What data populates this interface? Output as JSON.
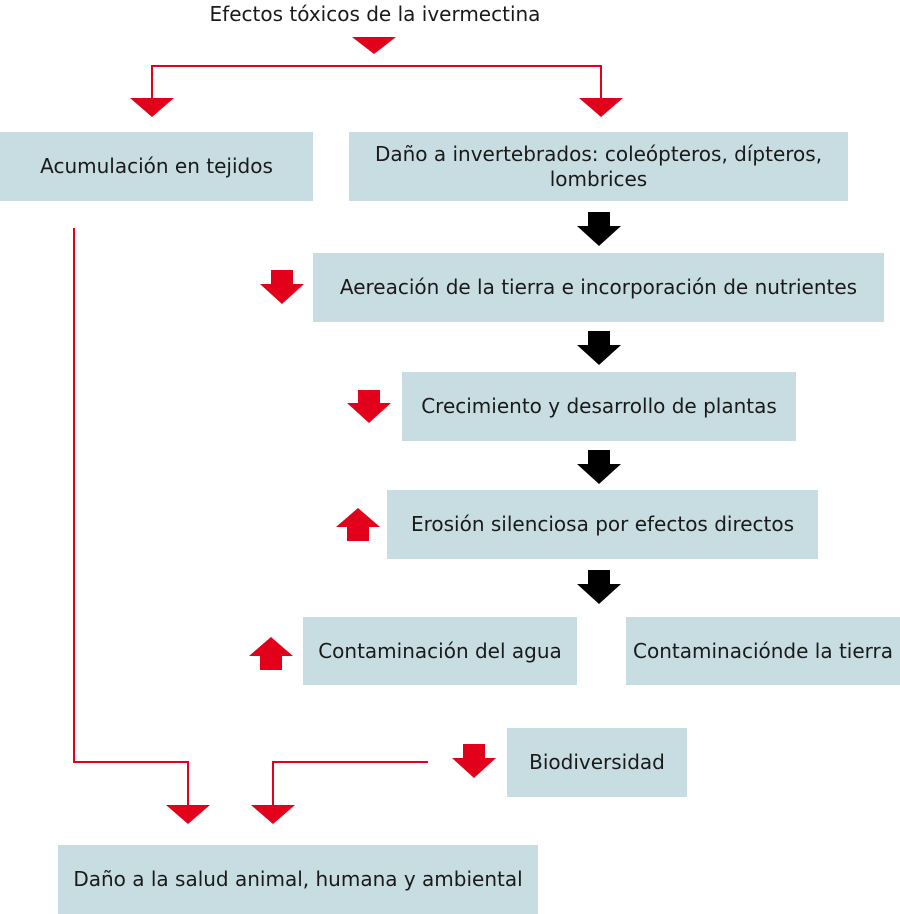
{
  "title": "Efectos tóxicos de la ivermectina",
  "nodes": {
    "acumulacion": "Acumulación en tejidos",
    "dano_invertebrados": "Daño a invertebrados: coleópteros, dípteros, lombrices",
    "aereacion": "Aereación de la tierra e incorporación de nutrientes",
    "crecimiento": "Crecimiento y desarrollo de plantas",
    "erosion": "Erosión silenciosa por efectos directos",
    "contaminacion_agua": "Contaminación del agua",
    "contaminacion_tierra": "Contaminaciónde la tierra",
    "biodiversidad": "Biodiversidad",
    "dano_salud": "Daño a la salud animal, humana y ambiental"
  },
  "effects": {
    "aereacion": "decrease",
    "crecimiento": "decrease",
    "erosion": "increase",
    "contaminacion_agua": "increase",
    "biodiversidad": "decrease"
  },
  "colors": {
    "box_fill": "#c8dde1",
    "connector_red": "#e2001a",
    "flow_arrow": "#000000",
    "text": "#1a1a1a"
  }
}
